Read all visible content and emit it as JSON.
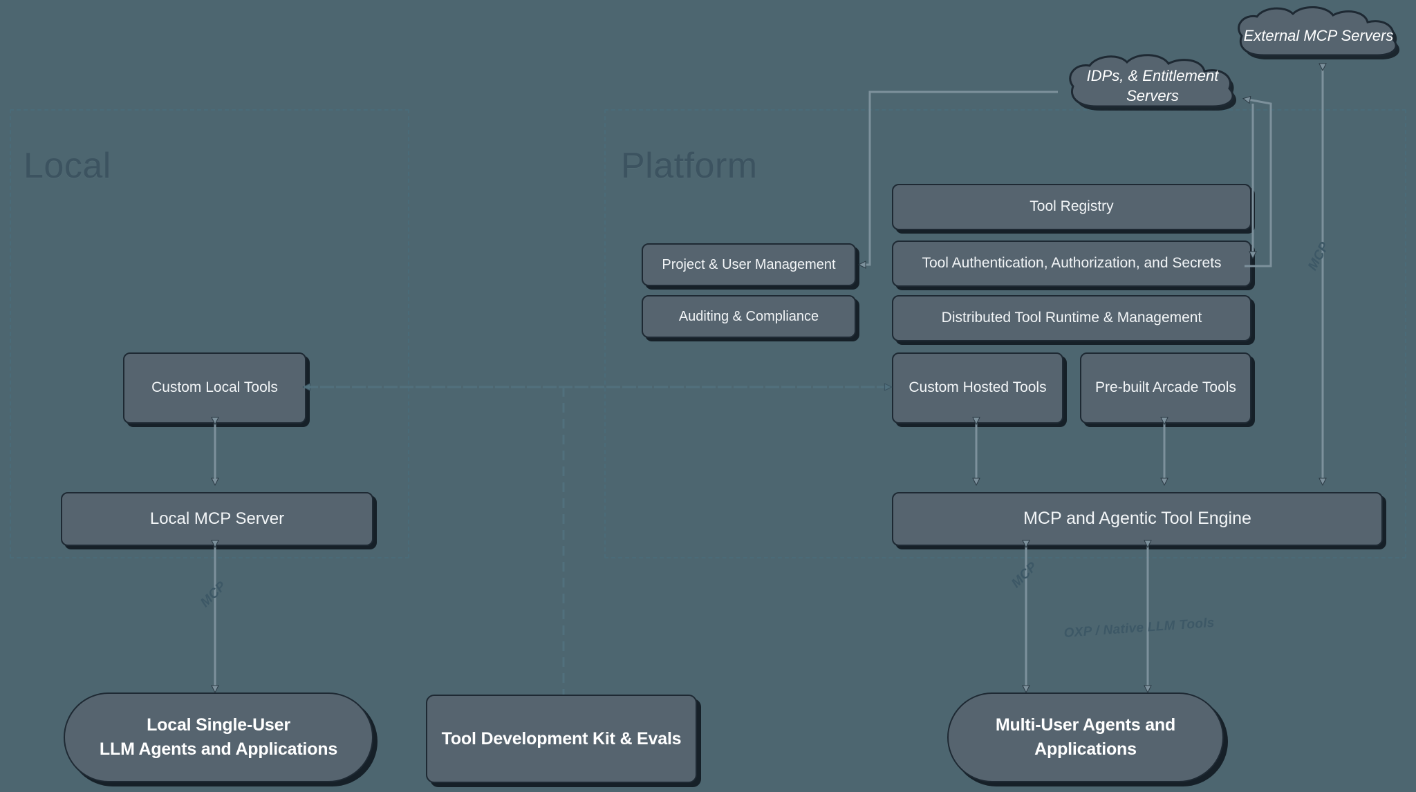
{
  "diagram": {
    "title": "Arcade Local vs Platform Tool Architecture",
    "background_color": "#4d6670",
    "node_fill_color": "#56646f",
    "node_border_color": "#1e2933",
    "group_border_color": "#4a6b78",
    "arrow_color": "#7d919c"
  },
  "groups": [
    {
      "id": "local",
      "label": "Local"
    },
    {
      "id": "platform",
      "label": "Platform"
    }
  ],
  "clouds": [
    {
      "id": "external-mcp-servers",
      "label": "External MCP Servers"
    },
    {
      "id": "idps-entitlement-servers",
      "label": "IDPs, & Entitlement Servers"
    }
  ],
  "nodes": {
    "custom_local_tools": "Custom Local Tools",
    "local_mcp_server": "Local MCP Server",
    "project_user_management": "Project & User Management",
    "auditing_compliance": "Auditing & Compliance",
    "tool_registry": "Tool Registry",
    "tool_auth": "Tool Authentication, Authorization, and Secrets",
    "distributed_runtime": "Distributed Tool Runtime & Management",
    "custom_hosted_tools": "Custom Hosted Tools",
    "prebuilt_arcade_tools": "Pre-built Arcade Tools",
    "mcp_agentic_engine": "MCP and Agentic Tool Engine"
  },
  "actors": {
    "local_agents": "Local Single-User\nLLM Agents and Applications",
    "local_agents_line1": "Local Single-User",
    "local_agents_line2": "LLM Agents and Applications",
    "tool_dev_kit": "Tool Development Kit & Evals",
    "multi_user_agents_line1": "Multi-User Agents and",
    "multi_user_agents_line2": "Applications"
  },
  "edge_labels": {
    "mcp_local": "MCP",
    "mcp_platform": "MCP",
    "mcp_external": "MCP",
    "oxp_native": "OXP / Native LLM Tools"
  }
}
